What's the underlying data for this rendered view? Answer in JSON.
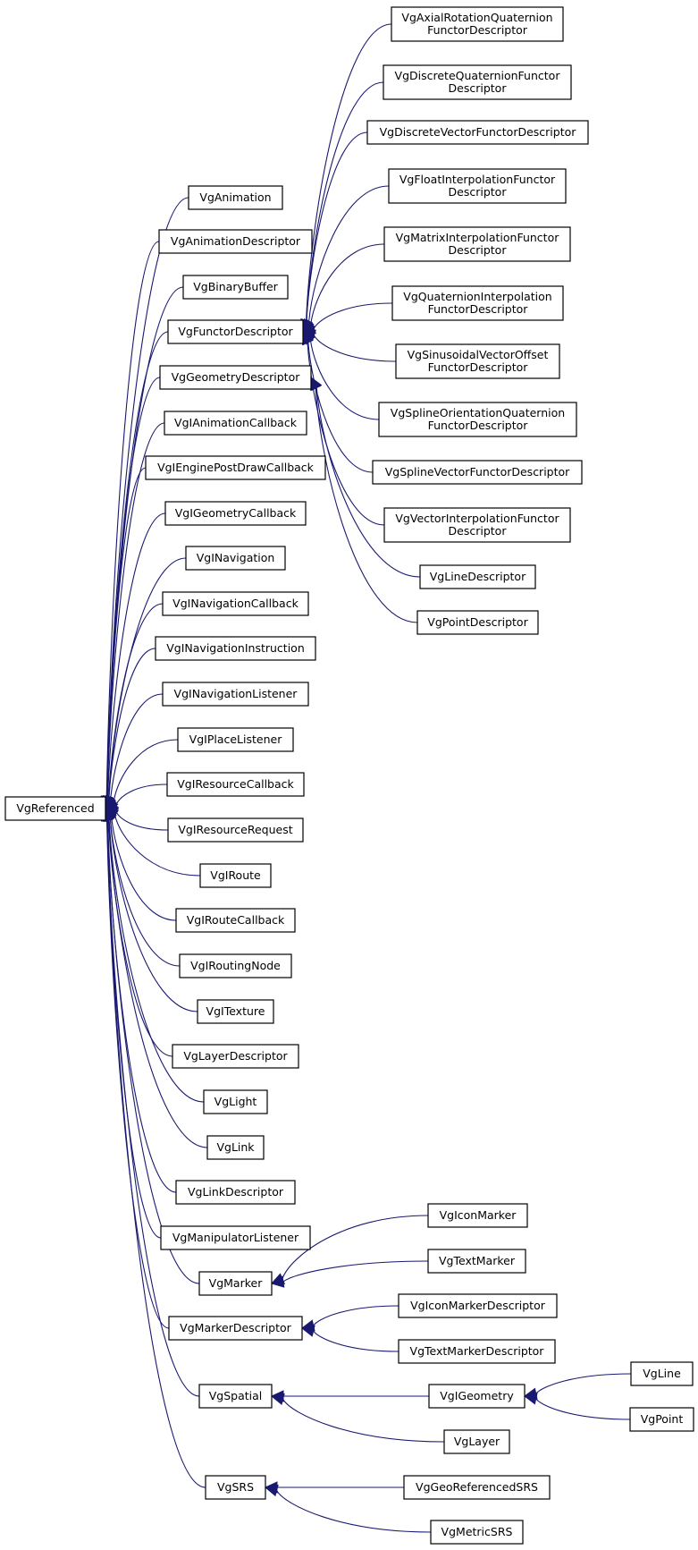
{
  "diagram": {
    "type": "class inheritance graph",
    "root": "VgReferenced",
    "nodes": [
      {
        "id": "VgReferenced",
        "lines": [
          "VgReferenced"
        ]
      },
      {
        "id": "VgAnimation",
        "lines": [
          "VgAnimation"
        ]
      },
      {
        "id": "VgAnimationDescriptor",
        "lines": [
          "VgAnimationDescriptor"
        ]
      },
      {
        "id": "VgBinaryBuffer",
        "lines": [
          "VgBinaryBuffer"
        ]
      },
      {
        "id": "VgFunctorDescriptor",
        "lines": [
          "VgFunctorDescriptor"
        ]
      },
      {
        "id": "VgGeometryDescriptor",
        "lines": [
          "VgGeometryDescriptor"
        ]
      },
      {
        "id": "VgIAnimationCallback",
        "lines": [
          "VgIAnimationCallback"
        ]
      },
      {
        "id": "VgIEnginePostDrawCallback",
        "lines": [
          "VgIEnginePostDrawCallback"
        ]
      },
      {
        "id": "VgIGeometryCallback",
        "lines": [
          "VgIGeometryCallback"
        ]
      },
      {
        "id": "VgINavigation",
        "lines": [
          "VgINavigation"
        ]
      },
      {
        "id": "VgINavigationCallback",
        "lines": [
          "VgINavigationCallback"
        ]
      },
      {
        "id": "VgINavigationInstruction",
        "lines": [
          "VgINavigationInstruction"
        ]
      },
      {
        "id": "VgINavigationListener",
        "lines": [
          "VgINavigationListener"
        ]
      },
      {
        "id": "VgIPlaceListener",
        "lines": [
          "VgIPlaceListener"
        ]
      },
      {
        "id": "VgIResourceCallback",
        "lines": [
          "VgIResourceCallback"
        ]
      },
      {
        "id": "VgIResourceRequest",
        "lines": [
          "VgIResourceRequest"
        ]
      },
      {
        "id": "VgIRoute",
        "lines": [
          "VgIRoute"
        ]
      },
      {
        "id": "VgIRouteCallback",
        "lines": [
          "VgIRouteCallback"
        ]
      },
      {
        "id": "VgIRoutingNode",
        "lines": [
          "VgIRoutingNode"
        ]
      },
      {
        "id": "VgITexture",
        "lines": [
          "VgITexture"
        ]
      },
      {
        "id": "VgLayerDescriptor",
        "lines": [
          "VgLayerDescriptor"
        ]
      },
      {
        "id": "VgLight",
        "lines": [
          "VgLight"
        ]
      },
      {
        "id": "VgLink",
        "lines": [
          "VgLink"
        ]
      },
      {
        "id": "VgLinkDescriptor",
        "lines": [
          "VgLinkDescriptor"
        ]
      },
      {
        "id": "VgManipulatorListener",
        "lines": [
          "VgManipulatorListener"
        ]
      },
      {
        "id": "VgMarker",
        "lines": [
          "VgMarker"
        ]
      },
      {
        "id": "VgMarkerDescriptor",
        "lines": [
          "VgMarkerDescriptor"
        ]
      },
      {
        "id": "VgSpatial",
        "lines": [
          "VgSpatial"
        ]
      },
      {
        "id": "VgSRS",
        "lines": [
          "VgSRS"
        ]
      },
      {
        "id": "VgAxialRotationQuaternionFunctorDescriptor",
        "lines": [
          "VgAxialRotationQuaternion",
          "FunctorDescriptor"
        ]
      },
      {
        "id": "VgDiscreteQuaternionFunctorDescriptor",
        "lines": [
          "VgDiscreteQuaternionFunctor",
          "Descriptor"
        ]
      },
      {
        "id": "VgDiscreteVectorFunctorDescriptor",
        "lines": [
          "VgDiscreteVectorFunctorDescriptor"
        ]
      },
      {
        "id": "VgFloatInterpolationFunctorDescriptor",
        "lines": [
          "VgFloatInterpolationFunctor",
          "Descriptor"
        ]
      },
      {
        "id": "VgMatrixInterpolationFunctorDescriptor",
        "lines": [
          "VgMatrixInterpolationFunctor",
          "Descriptor"
        ]
      },
      {
        "id": "VgQuaternionInterpolationFunctorDescriptor",
        "lines": [
          "VgQuaternionInterpolation",
          "FunctorDescriptor"
        ]
      },
      {
        "id": "VgSinusoidalVectorOffsetFunctorDescriptor",
        "lines": [
          "VgSinusoidalVectorOffset",
          "FunctorDescriptor"
        ]
      },
      {
        "id": "VgSplineOrientationQuaternionFunctorDescriptor",
        "lines": [
          "VgSplineOrientationQuaternion",
          "FunctorDescriptor"
        ]
      },
      {
        "id": "VgSplineVectorFunctorDescriptor",
        "lines": [
          "VgSplineVectorFunctorDescriptor"
        ]
      },
      {
        "id": "VgVectorInterpolationFunctorDescriptor",
        "lines": [
          "VgVectorInterpolationFunctor",
          "Descriptor"
        ]
      },
      {
        "id": "VgLineDescriptor",
        "lines": [
          "VgLineDescriptor"
        ]
      },
      {
        "id": "VgPointDescriptor",
        "lines": [
          "VgPointDescriptor"
        ]
      },
      {
        "id": "VgIconMarker",
        "lines": [
          "VgIconMarker"
        ]
      },
      {
        "id": "VgTextMarker",
        "lines": [
          "VgTextMarker"
        ]
      },
      {
        "id": "VgIconMarkerDescriptor",
        "lines": [
          "VgIconMarkerDescriptor"
        ]
      },
      {
        "id": "VgTextMarkerDescriptor",
        "lines": [
          "VgTextMarkerDescriptor"
        ]
      },
      {
        "id": "VgIGeometry",
        "lines": [
          "VgIGeometry"
        ]
      },
      {
        "id": "VgLayer",
        "lines": [
          "VgLayer"
        ]
      },
      {
        "id": "VgLine",
        "lines": [
          "VgLine"
        ]
      },
      {
        "id": "VgPoint",
        "lines": [
          "VgPoint"
        ]
      },
      {
        "id": "VgGeoReferencedSRS",
        "lines": [
          "VgGeoReferencedSRS"
        ]
      },
      {
        "id": "VgMetricSRS",
        "lines": [
          "VgMetricSRS"
        ]
      }
    ],
    "edges": [
      {
        "from": "VgAnimation",
        "to": "VgReferenced"
      },
      {
        "from": "VgAnimationDescriptor",
        "to": "VgReferenced"
      },
      {
        "from": "VgBinaryBuffer",
        "to": "VgReferenced"
      },
      {
        "from": "VgFunctorDescriptor",
        "to": "VgReferenced"
      },
      {
        "from": "VgGeometryDescriptor",
        "to": "VgReferenced"
      },
      {
        "from": "VgIAnimationCallback",
        "to": "VgReferenced"
      },
      {
        "from": "VgIEnginePostDrawCallback",
        "to": "VgReferenced"
      },
      {
        "from": "VgIGeometryCallback",
        "to": "VgReferenced"
      },
      {
        "from": "VgINavigation",
        "to": "VgReferenced"
      },
      {
        "from": "VgINavigationCallback",
        "to": "VgReferenced"
      },
      {
        "from": "VgINavigationInstruction",
        "to": "VgReferenced"
      },
      {
        "from": "VgINavigationListener",
        "to": "VgReferenced"
      },
      {
        "from": "VgIPlaceListener",
        "to": "VgReferenced"
      },
      {
        "from": "VgIResourceCallback",
        "to": "VgReferenced"
      },
      {
        "from": "VgIResourceRequest",
        "to": "VgReferenced"
      },
      {
        "from": "VgIRoute",
        "to": "VgReferenced"
      },
      {
        "from": "VgIRouteCallback",
        "to": "VgReferenced"
      },
      {
        "from": "VgIRoutingNode",
        "to": "VgReferenced"
      },
      {
        "from": "VgITexture",
        "to": "VgReferenced"
      },
      {
        "from": "VgLayerDescriptor",
        "to": "VgReferenced"
      },
      {
        "from": "VgLight",
        "to": "VgReferenced"
      },
      {
        "from": "VgLink",
        "to": "VgReferenced"
      },
      {
        "from": "VgLinkDescriptor",
        "to": "VgReferenced"
      },
      {
        "from": "VgManipulatorListener",
        "to": "VgReferenced"
      },
      {
        "from": "VgMarker",
        "to": "VgReferenced"
      },
      {
        "from": "VgMarkerDescriptor",
        "to": "VgReferenced"
      },
      {
        "from": "VgSpatial",
        "to": "VgReferenced"
      },
      {
        "from": "VgSRS",
        "to": "VgReferenced"
      },
      {
        "from": "VgAxialRotationQuaternionFunctorDescriptor",
        "to": "VgFunctorDescriptor"
      },
      {
        "from": "VgDiscreteQuaternionFunctorDescriptor",
        "to": "VgFunctorDescriptor"
      },
      {
        "from": "VgDiscreteVectorFunctorDescriptor",
        "to": "VgFunctorDescriptor"
      },
      {
        "from": "VgFloatInterpolationFunctorDescriptor",
        "to": "VgFunctorDescriptor"
      },
      {
        "from": "VgMatrixInterpolationFunctorDescriptor",
        "to": "VgFunctorDescriptor"
      },
      {
        "from": "VgQuaternionInterpolationFunctorDescriptor",
        "to": "VgFunctorDescriptor"
      },
      {
        "from": "VgSinusoidalVectorOffsetFunctorDescriptor",
        "to": "VgFunctorDescriptor"
      },
      {
        "from": "VgSplineOrientationQuaternionFunctorDescriptor",
        "to": "VgFunctorDescriptor"
      },
      {
        "from": "VgSplineVectorFunctorDescriptor",
        "to": "VgFunctorDescriptor"
      },
      {
        "from": "VgVectorInterpolationFunctorDescriptor",
        "to": "VgFunctorDescriptor"
      },
      {
        "from": "VgLineDescriptor",
        "to": "VgGeometryDescriptor"
      },
      {
        "from": "VgPointDescriptor",
        "to": "VgGeometryDescriptor"
      },
      {
        "from": "VgIconMarker",
        "to": "VgMarker"
      },
      {
        "from": "VgTextMarker",
        "to": "VgMarker"
      },
      {
        "from": "VgIconMarkerDescriptor",
        "to": "VgMarkerDescriptor"
      },
      {
        "from": "VgTextMarkerDescriptor",
        "to": "VgMarkerDescriptor"
      },
      {
        "from": "VgIGeometry",
        "to": "VgSpatial"
      },
      {
        "from": "VgLayer",
        "to": "VgSpatial"
      },
      {
        "from": "VgLine",
        "to": "VgIGeometry"
      },
      {
        "from": "VgPoint",
        "to": "VgIGeometry"
      },
      {
        "from": "VgGeoReferencedSRS",
        "to": "VgSRS"
      },
      {
        "from": "VgMetricSRS",
        "to": "VgSRS"
      }
    ],
    "colors": {
      "edge": "#191970",
      "node_border": "#000000",
      "node_fill": "#ffffff",
      "text": "#000000"
    }
  }
}
